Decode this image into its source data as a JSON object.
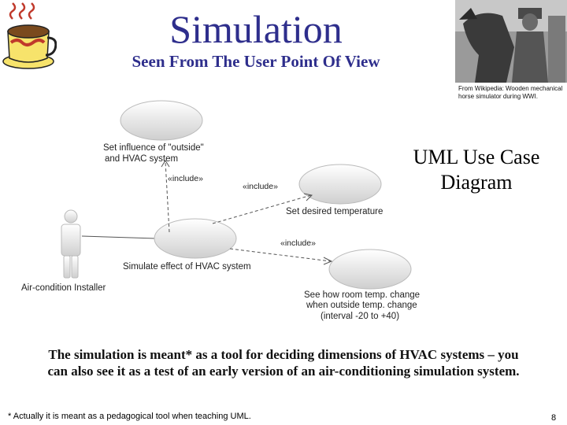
{
  "header": {
    "title": "Simulation",
    "subtitle": "Seen From The User Point Of View"
  },
  "photo": {
    "caption": "From Wikipedia: Wooden mechanical horse simulator during WWI."
  },
  "diagram": {
    "heading_line1": "UML Use Case",
    "heading_line2": "Diagram",
    "actor": "Air-condition Installer",
    "use_cases": {
      "influence_line1": "Set influence of \"outside\"",
      "influence_line2": "and HVAC system",
      "desired_temp": "Set desired temperature",
      "simulate": "Simulate effect of HVAC system",
      "see_line1": "See how room temp. change",
      "see_line2": "when outside temp. change",
      "see_line3": "(interval -20 to +40)"
    },
    "stereotypes": {
      "include_1": "«include»",
      "include_2": "«include»",
      "include_3": "«include»"
    }
  },
  "body": {
    "paragraph": "The simulation is meant* as a tool for deciding dimensions of HVAC systems – you can also see it as a test of an early version of an air-conditioning simulation system."
  },
  "footer": {
    "footnote": "* Actually it is meant as a pedagogical tool when teaching UML.",
    "page_number": "8"
  },
  "colors": {
    "title": "#2e2e8c",
    "mug": "#f7e36b",
    "ellipse_top": "#ffffff",
    "ellipse_bottom": "#cfcfcf"
  }
}
